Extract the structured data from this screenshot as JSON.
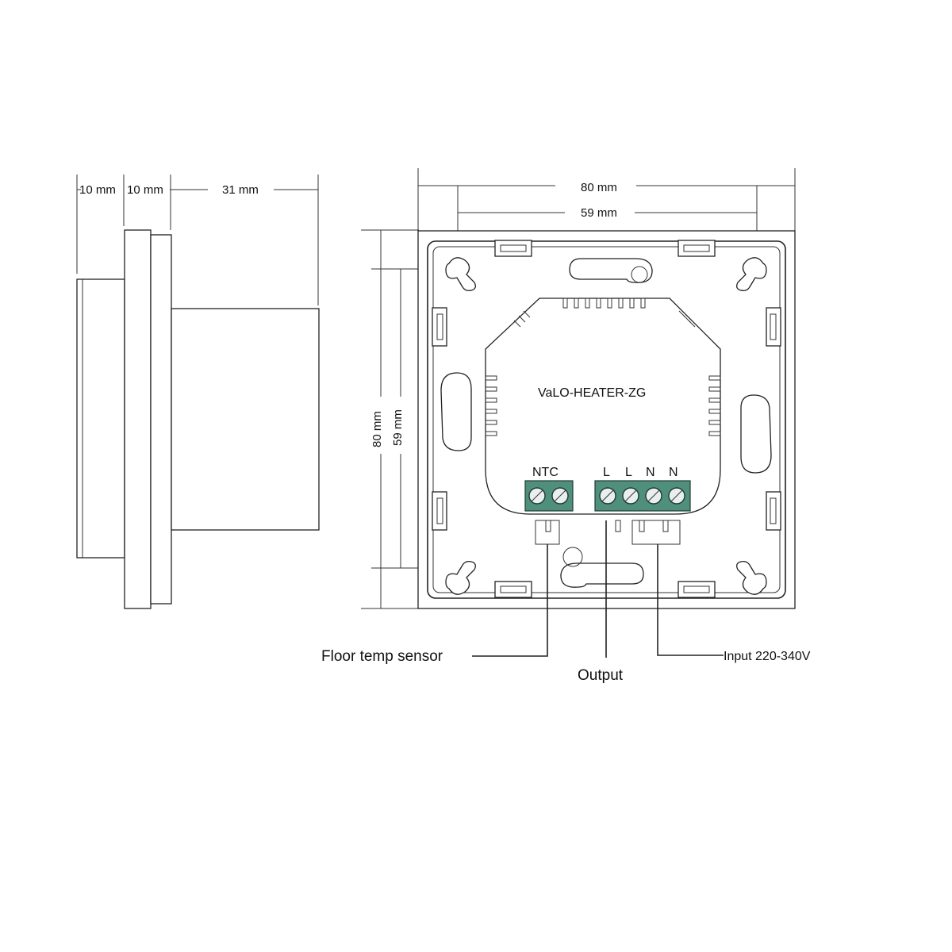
{
  "side_view": {
    "dim_front": "10 mm",
    "dim_frame": "10 mm",
    "dim_back": "31 mm"
  },
  "back_view": {
    "dim_outer_width": "80 mm",
    "dim_inner_width": "59 mm",
    "dim_outer_height": "80 mm",
    "dim_inner_height": "59 mm",
    "model": "VaLO-HEATER-ZG",
    "terminals": {
      "ntc_label": "NTC",
      "l1": "L",
      "l2": "L",
      "n1": "N",
      "n2": "N"
    }
  },
  "callouts": {
    "floor_sensor": "Floor temp sensor",
    "output": "Output",
    "input": "Input 220-340V"
  },
  "colors": {
    "terminal_block": "#4f8f7c",
    "line": "#333333"
  }
}
